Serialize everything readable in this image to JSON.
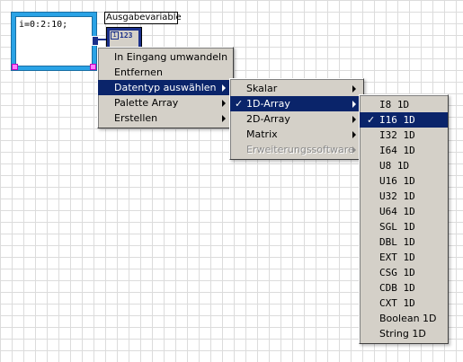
{
  "canvas": {
    "formula_text": "i=0:2:10;",
    "variable_label": "Ausgabevariable",
    "indicator_index": "1",
    "indicator_number": "123"
  },
  "context_menu": {
    "items": [
      {
        "label": "In Eingang umwandeln",
        "submenu": false,
        "selected": false
      },
      {
        "label": "Entfernen",
        "submenu": false,
        "selected": false
      },
      {
        "label": "Datentyp auswählen",
        "submenu": true,
        "selected": true
      },
      {
        "label": "Palette Array",
        "submenu": true,
        "selected": false
      },
      {
        "label": "Erstellen",
        "submenu": true,
        "selected": false
      }
    ]
  },
  "datatype_menu": {
    "items": [
      {
        "label": "Skalar",
        "submenu": true,
        "selected": false,
        "checked": false,
        "disabled": false
      },
      {
        "label": "1D-Array",
        "submenu": true,
        "selected": true,
        "checked": true,
        "disabled": false
      },
      {
        "label": "2D-Array",
        "submenu": true,
        "selected": false,
        "checked": false,
        "disabled": false
      },
      {
        "label": "Matrix",
        "submenu": true,
        "selected": false,
        "checked": false,
        "disabled": false
      },
      {
        "label": "Erweiterungssoftware",
        "submenu": true,
        "selected": false,
        "checked": false,
        "disabled": true
      }
    ]
  },
  "array_type_menu": {
    "check_mark": "✓",
    "items": [
      {
        "label": "I8 1D",
        "selected": false,
        "checked": false
      },
      {
        "label": "I16 1D",
        "selected": true,
        "checked": true
      },
      {
        "label": "I32 1D",
        "selected": false,
        "checked": false
      },
      {
        "label": "I64 1D",
        "selected": false,
        "checked": false
      },
      {
        "label": "U8 1D",
        "selected": false,
        "checked": false
      },
      {
        "label": "U16 1D",
        "selected": false,
        "checked": false
      },
      {
        "label": "U32 1D",
        "selected": false,
        "checked": false
      },
      {
        "label": "U64 1D",
        "selected": false,
        "checked": false
      },
      {
        "label": "SGL 1D",
        "selected": false,
        "checked": false
      },
      {
        "label": "DBL 1D",
        "selected": false,
        "checked": false
      },
      {
        "label": "EXT 1D",
        "selected": false,
        "checked": false
      },
      {
        "label": "CSG 1D",
        "selected": false,
        "checked": false
      },
      {
        "label": "CDB 1D",
        "selected": false,
        "checked": false
      },
      {
        "label": "CXT 1D",
        "selected": false,
        "checked": false
      },
      {
        "label": "Boolean 1D",
        "selected": false,
        "checked": false
      },
      {
        "label": "String 1D",
        "selected": false,
        "checked": false
      }
    ]
  },
  "colors": {
    "menu_bg": "#d4d0c8",
    "highlight": "#0a246a",
    "formula_frame": "#2aa3e6",
    "wire": "#1a2f8a"
  }
}
